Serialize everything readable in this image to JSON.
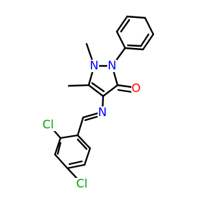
{
  "molecule": {
    "atoms": {
      "o": {
        "text": "O",
        "color": "#ff0000"
      },
      "n1": {
        "text": "N",
        "color": "#0000ff"
      },
      "n2": {
        "text": "N",
        "color": "#0000ff"
      },
      "n_imine": {
        "text": "N",
        "color": "#0000ff"
      },
      "cl_ortho": {
        "text": "Cl",
        "color": "#00aa00"
      },
      "cl_para": {
        "text": "Cl",
        "color": "#00aa00"
      }
    },
    "bond_color": "#000000"
  }
}
